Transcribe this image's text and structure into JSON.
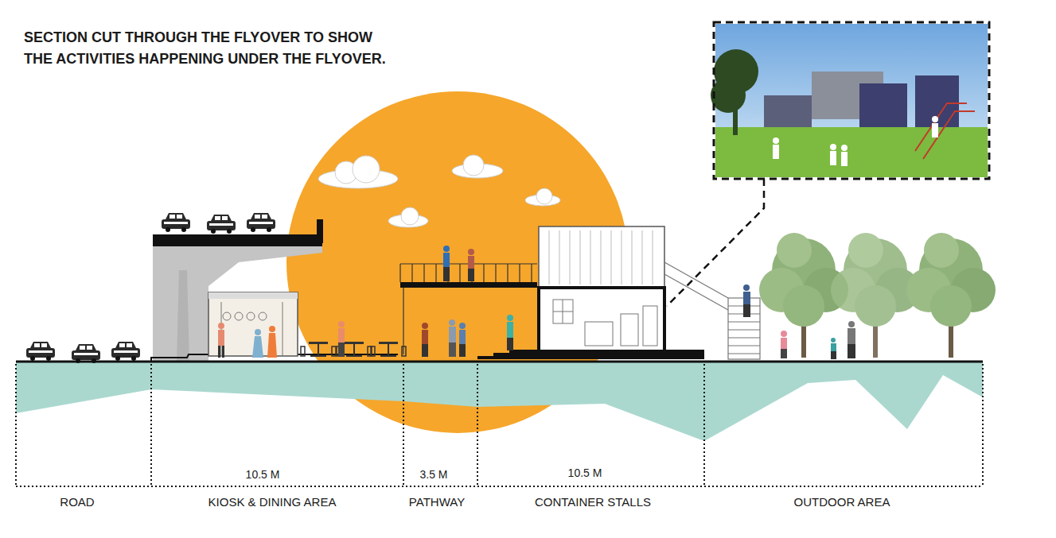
{
  "diagram": {
    "title": "SECTION CUT THROUGH THE FLYOVER TO SHOW THE ACTIVITIES HAPPENING UNDER THE FLYOVER.",
    "labels": [
      "10.5 M",
      "3.5 M",
      "10.5 M",
      "ROAD",
      "KIOSK & DINING AREA",
      "PATHWAY",
      "CONTAINER STALLS",
      "OUTDOOR AREA"
    ]
  }
}
